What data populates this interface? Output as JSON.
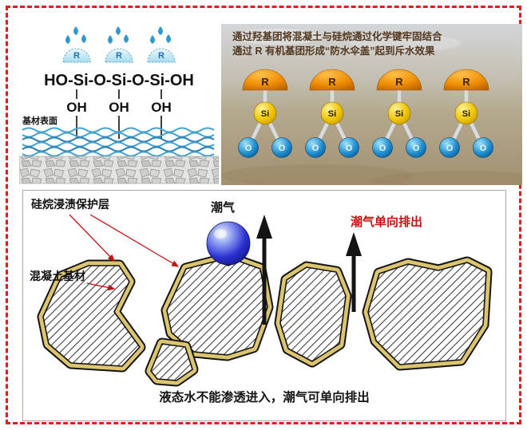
{
  "top_left": {
    "formula": "HO-Si-O-Si-O-Si-OH",
    "oh_label": "OH",
    "r_label": "R",
    "surface_label": "基材表面"
  },
  "top_right": {
    "caption_line1": "通过羟基团将混凝土与硅烷通过化学键牢固结合",
    "caption_line2": "通过 R 有机基团形成“防水伞盖”起到斥水效果",
    "r_label": "R",
    "si_label": "Si",
    "o_label": "O"
  },
  "bottom": {
    "coating_label": "硅烷浸渍保护层",
    "substrate_label": "混凝土基材",
    "moisture_label": "潮气",
    "moisture_out_label": "潮气单向排出",
    "caption": "液态水不能渗透进入，潮气可单向排出"
  },
  "colors": {
    "frame_border": "#e21b1b",
    "moisture_out_text": "#c41212",
    "coating_sand": "#dcc56e",
    "o_atom_blue": "#1f8fd0",
    "si_atom_yellow": "#f0c400",
    "r_cap_orange": "#ef8f05",
    "water_blue": "#2a30d0"
  }
}
